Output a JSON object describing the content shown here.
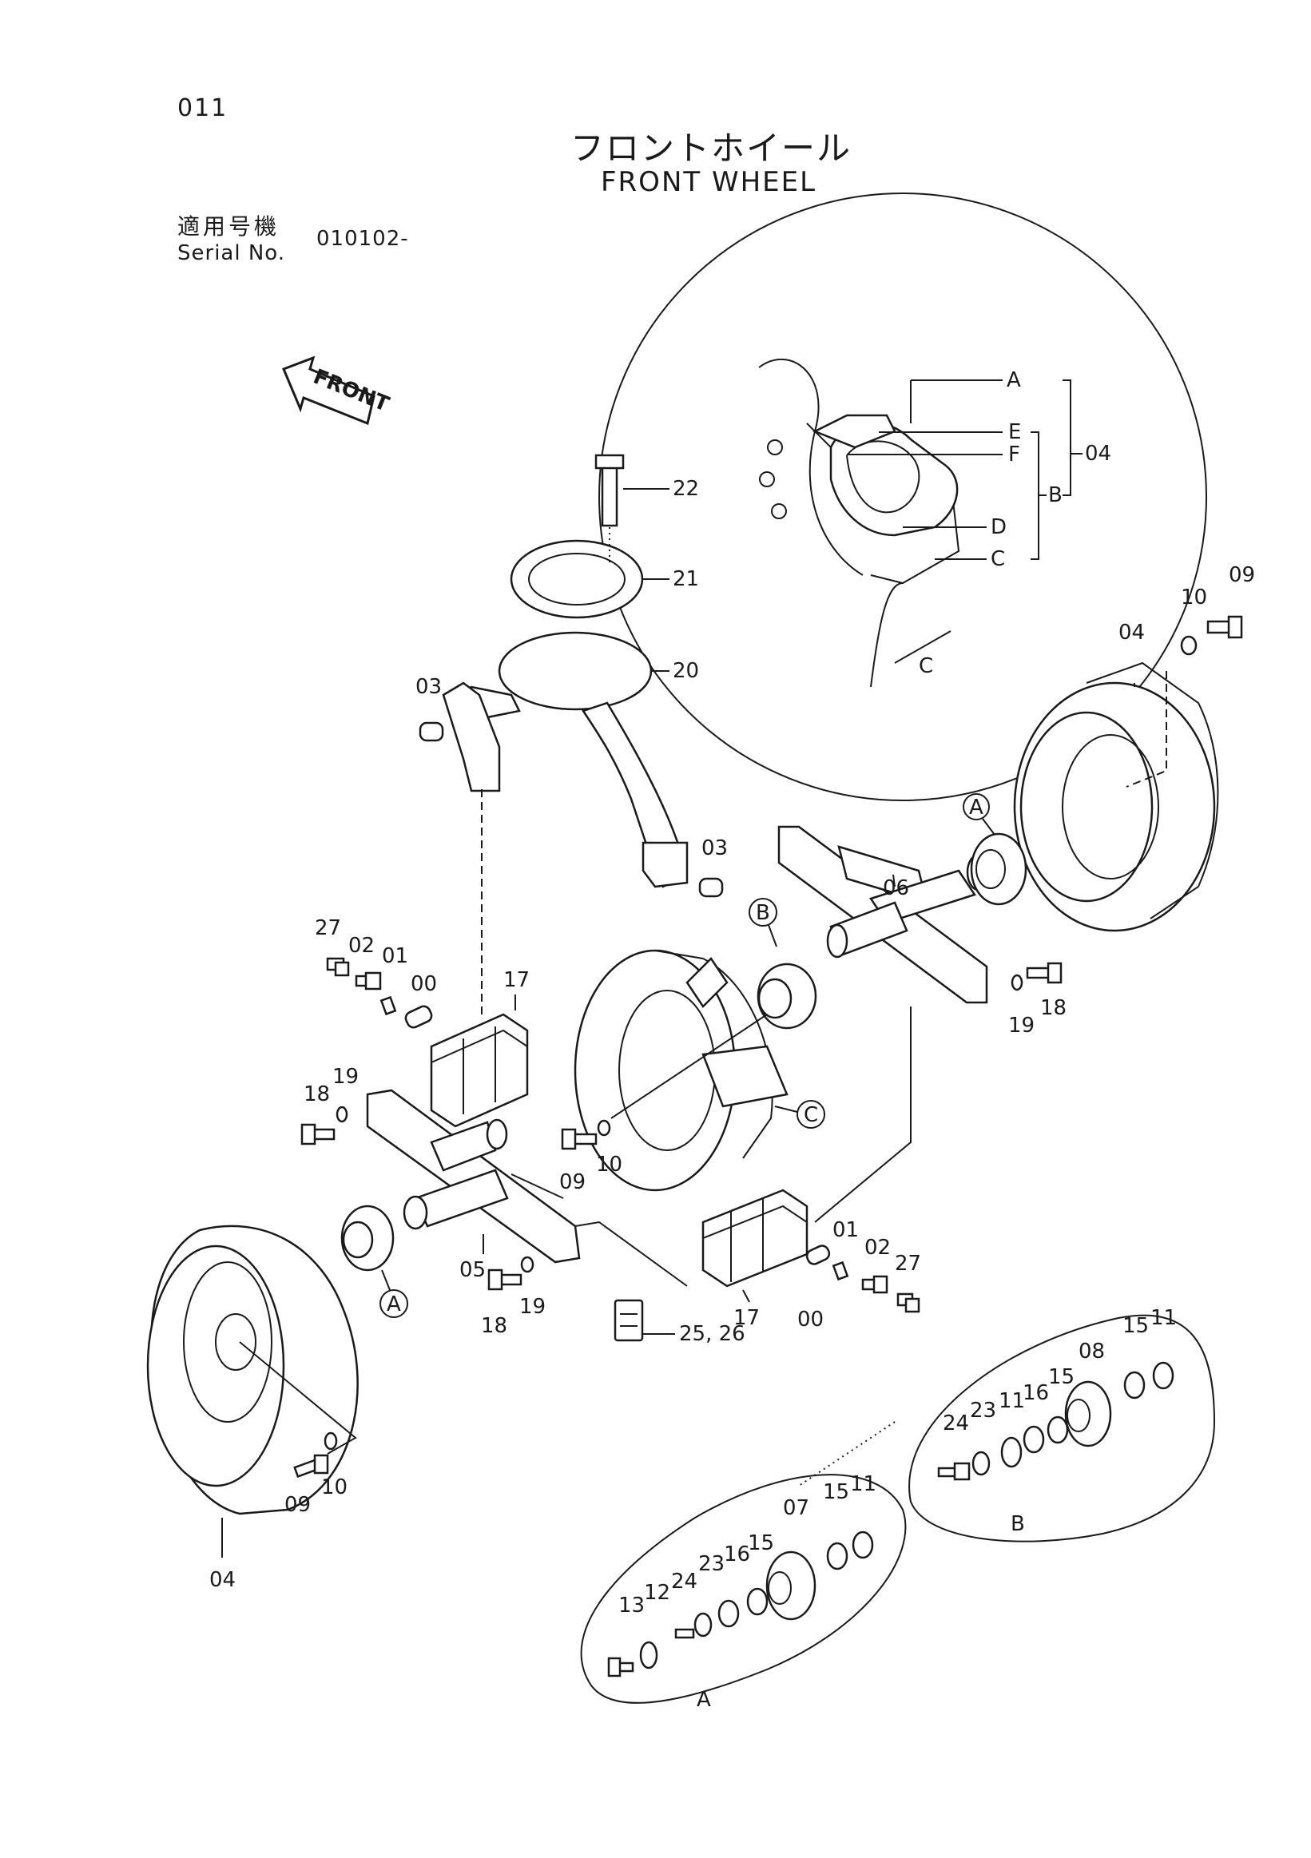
{
  "page_number": "011",
  "title_ja": "フロントホイール",
  "title_en": "FRONT WHEEL",
  "serial_label_ja": "適用号機",
  "serial_label_en": "Serial No.",
  "serial_value": "010102-",
  "front_arrow_label": "FRONT",
  "detail_letters": {
    "A": "A",
    "B": "B",
    "C": "C",
    "D": "D",
    "E": "E",
    "F": "F"
  },
  "callouts": {
    "c00": "00",
    "c01": "01",
    "c02": "02",
    "c03": "03",
    "c04": "04",
    "c05": "05",
    "c06": "06",
    "c07": "07",
    "c08": "08",
    "c09": "09",
    "c10": "10",
    "c11": "11",
    "c12": "12",
    "c13": "13",
    "c15": "15",
    "c16": "16",
    "c17": "17",
    "c18": "18",
    "c19": "19",
    "c20": "20",
    "c21": "21",
    "c22": "22",
    "c23": "23",
    "c24": "24",
    "c25_26": "25, 26",
    "c27": "27"
  }
}
